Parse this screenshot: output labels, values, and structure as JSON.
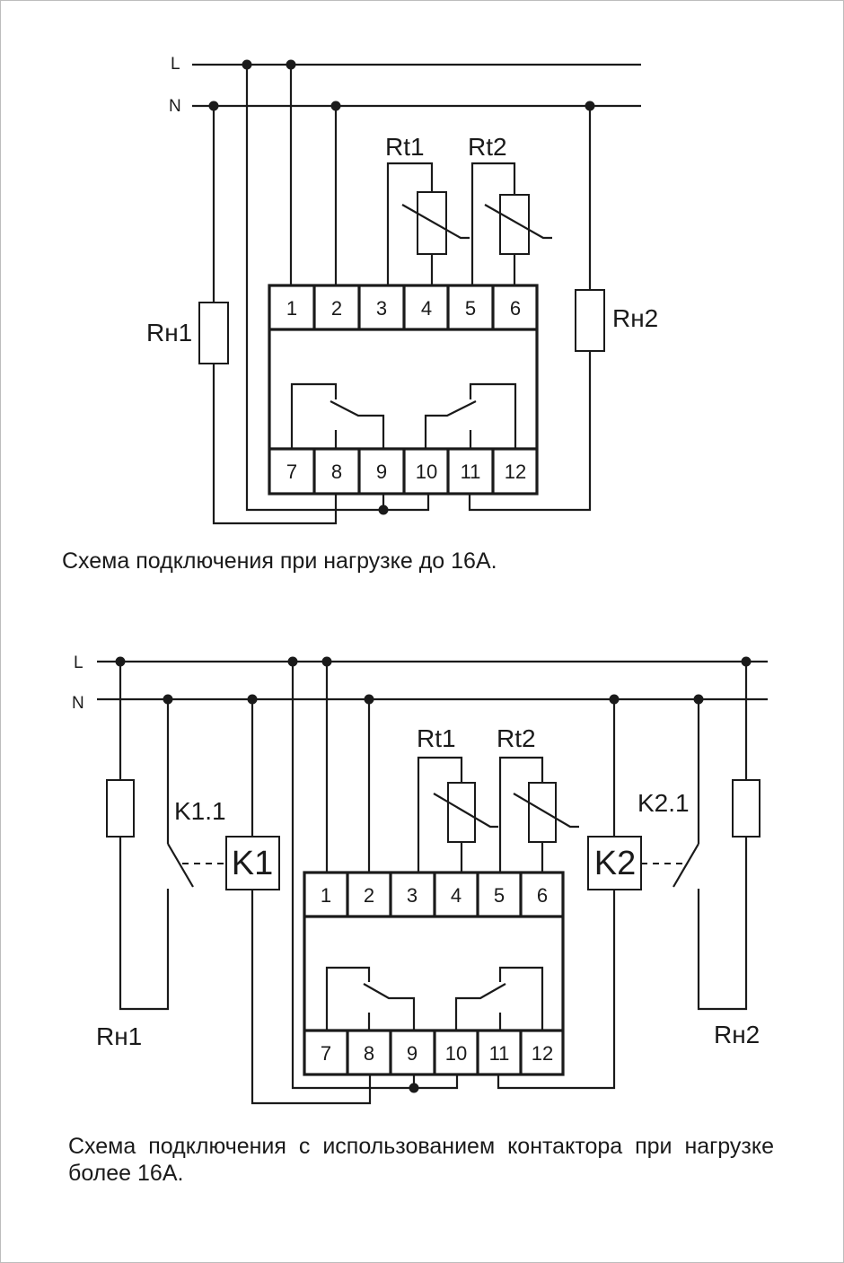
{
  "diagram1": {
    "bus_l": "L",
    "bus_n": "N",
    "sensor1": "Rt1",
    "sensor2": "Rt2",
    "load1": "Rн1",
    "load2": "Rн2",
    "top_terminals": [
      "1",
      "2",
      "3",
      "4",
      "5",
      "6"
    ],
    "bottom_terminals": [
      "7",
      "8",
      "9",
      "10",
      "11",
      "12"
    ],
    "caption": "Схема подключения при нагрузке до 16А."
  },
  "diagram2": {
    "bus_l": "L",
    "bus_n": "N",
    "sensor1": "Rt1",
    "sensor2": "Rt2",
    "load1": "Rн1",
    "load2": "Rн2",
    "contactor1": "K1",
    "contactor2": "K2",
    "contact1": "K1.1",
    "contact2": "K2.1",
    "top_terminals": [
      "1",
      "2",
      "3",
      "4",
      "5",
      "6"
    ],
    "bottom_terminals": [
      "7",
      "8",
      "9",
      "10",
      "11",
      "12"
    ],
    "caption": "Схема подключения с использованием контактора при нагрузке более 16А."
  }
}
